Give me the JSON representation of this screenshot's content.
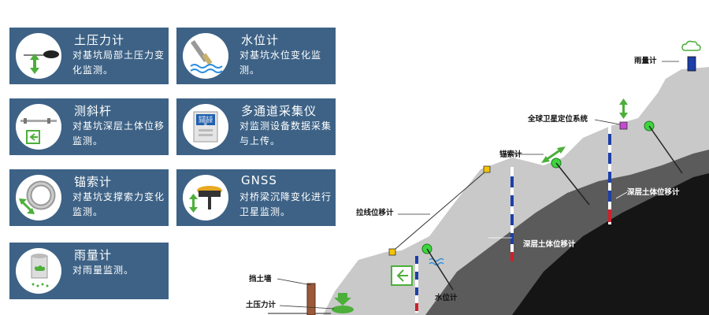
{
  "cards": [
    {
      "title": "土压力计",
      "desc": "对基坑局部土压力变化监测。",
      "icon": "earth-pressure-cell-icon"
    },
    {
      "title": "水位计",
      "desc": "对基坑水位变化监测。",
      "icon": "water-level-gauge-icon"
    },
    {
      "title": "测斜杆",
      "desc": "对基坑深层土体位移监测。",
      "icon": "inclinometer-rod-icon"
    },
    {
      "title": "多通道采集仪",
      "desc": "对监测设备数据采集与上传。",
      "icon": "data-logger-icon"
    },
    {
      "title": "锚索计",
      "desc": "对基坑支撑索力变化监测。",
      "icon": "anchor-cable-meter-icon"
    },
    {
      "title": "GNSS",
      "desc": "对桥梁沉降变化进行卫星监测。",
      "icon": "gnss-receiver-icon"
    },
    {
      "title": "雨量计",
      "desc": "对雨量监测。",
      "icon": "rain-gauge-icon"
    }
  ],
  "diagram": {
    "rain_gauge": "雨量计",
    "gnss": "全球卫星定位系统",
    "anchor": "锚索计",
    "deep_right": "深层土体位移计",
    "wire": "拉线位移计",
    "deep_mid": "深层土体位移计",
    "wall": "挡土墙",
    "water": "水位计",
    "earth": "土压力计"
  },
  "logger_panel": {
    "line1": "智慧化监",
    "line2": "测数据采",
    "line3": "集"
  },
  "colors": {
    "card": "#3d6286",
    "accent_green": "#4caf3a",
    "slope_light": "#c9c9c9",
    "slope_mid": "#5b5b5b",
    "slope_dark": "#151515"
  }
}
